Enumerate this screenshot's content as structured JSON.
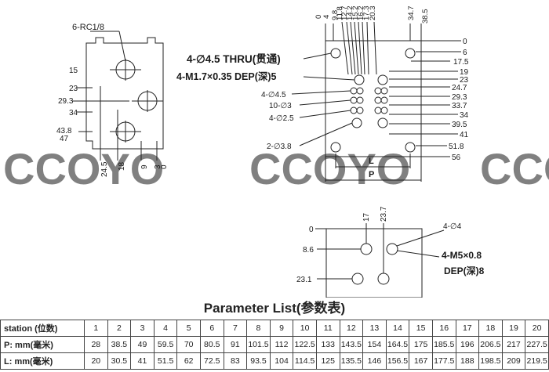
{
  "watermark": "CCOYO",
  "left_view": {
    "port_label": "6-RC1/8",
    "dims_left": [
      "15",
      "23",
      "29.3",
      "34",
      "43.8",
      "47"
    ],
    "dims_bottom": [
      "24.5",
      "18",
      "9",
      "3",
      "0"
    ]
  },
  "top_view": {
    "top_dims": [
      "0",
      "4",
      "9.8",
      "11.8",
      "12.7",
      "14.2",
      "15.2",
      "16.2",
      "17.3",
      "20.3",
      "34.7",
      "38.5"
    ],
    "right_dims": [
      "0",
      "6",
      "17.5",
      "19",
      "23",
      "24.7",
      "29.3",
      "33.7",
      "34",
      "39.5",
      "41",
      "51.8",
      "56"
    ],
    "thru_note": "4-∅4.5 THRU(贯通)",
    "m_note": "4-M1.7×0.35 DEP(深)5",
    "left_notes": [
      "4-∅4.5",
      "10-∅3",
      "4-∅2.5",
      "2-∅3.8"
    ],
    "l_label": "L",
    "p_label": "P"
  },
  "bottom_view": {
    "top_dims": [
      "17",
      "23.7"
    ],
    "left_dims": [
      "0",
      "8.6",
      "23.1"
    ],
    "hole_note": "4-∅4",
    "m_note_1": "4-M5×0.8",
    "m_note_2": "DEP(深)8"
  },
  "table": {
    "title": "Parameter List(参数表)",
    "station_label": "station (位数)",
    "p_label": "P: mm(毫米)",
    "l_label": "L: mm(毫米)",
    "stations": [
      "1",
      "2",
      "3",
      "4",
      "5",
      "6",
      "7",
      "8",
      "9",
      "10",
      "11",
      "12",
      "13",
      "14",
      "15",
      "16",
      "17",
      "18",
      "19",
      "20"
    ],
    "p_values": [
      "28",
      "38.5",
      "49",
      "59.5",
      "70",
      "80.5",
      "91",
      "101.5",
      "112",
      "122.5",
      "133",
      "143.5",
      "154",
      "164.5",
      "175",
      "185.5",
      "196",
      "206.5",
      "217",
      "227.5"
    ],
    "l_values": [
      "20",
      "30.5",
      "41",
      "51.5",
      "62",
      "72.5",
      "83",
      "93.5",
      "104",
      "114.5",
      "125",
      "135.5",
      "146",
      "156.5",
      "167",
      "177.5",
      "188",
      "198.5",
      "209",
      "219.5"
    ]
  }
}
